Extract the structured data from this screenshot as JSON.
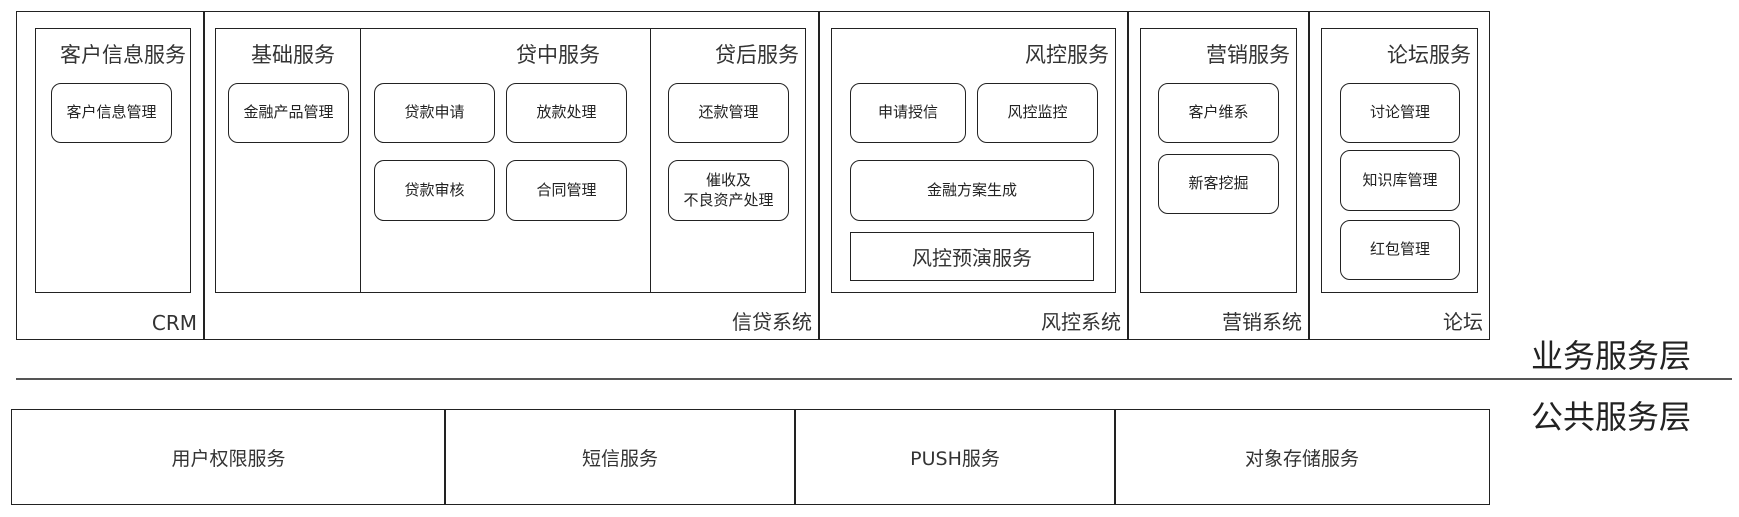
{
  "crm": {
    "system": "CRM",
    "panel": "客户信息服务",
    "items": [
      "客户信息管理"
    ]
  },
  "credit": {
    "system": "信贷系统",
    "panels": [
      {
        "title": "基础服务",
        "items": [
          "金融产品管理"
        ]
      },
      {
        "title": "贷中服务",
        "items": [
          "贷款申请",
          "放款处理",
          "贷款审核",
          "合同管理"
        ]
      },
      {
        "title": "贷后服务",
        "items": [
          "还款管理",
          "催收及\n不良资产处理"
        ]
      }
    ]
  },
  "risk": {
    "system": "风控系统",
    "panel": "风控服务",
    "items": [
      "申请授信",
      "风控监控",
      "金融方案生成"
    ],
    "sub": "风控预演服务"
  },
  "marketing": {
    "system": "营销系统",
    "panel": "营销服务",
    "items": [
      "客户维系",
      "新客挖掘"
    ]
  },
  "forum": {
    "system": "论坛",
    "panel": "论坛服务",
    "items": [
      "讨论管理",
      "知识库管理",
      "红包管理"
    ]
  },
  "layers": {
    "business": "业务服务层",
    "public": "公共服务层"
  },
  "public": [
    "用户权限服务",
    "短信服务",
    "PUSH服务",
    "对象存储服务"
  ]
}
